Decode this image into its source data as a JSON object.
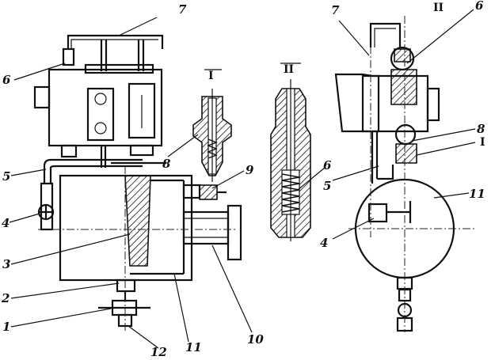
{
  "callouts": {
    "c1": "1",
    "c2": "2",
    "c3": "3",
    "c4_left": "4",
    "c5_left": "5",
    "c6_left": "6",
    "c7_top": "7",
    "c8_mid": "8",
    "c9": "9",
    "c10": "10",
    "c11_left": "11",
    "c12": "12",
    "c6_mid": "6",
    "c7_right": "7",
    "c6_right": "6",
    "c8_right": "8",
    "c5_right": "5",
    "c4_right": "4",
    "c11_right": "11"
  },
  "section_marks": {
    "s1_mid": "I",
    "s2_mid": "II",
    "s2_right": "II",
    "s1_right": "I"
  }
}
